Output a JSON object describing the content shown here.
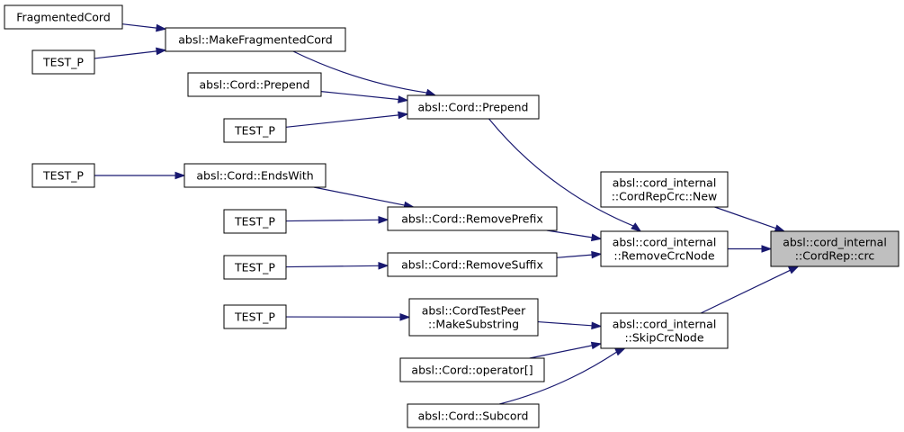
{
  "colors": {
    "edge": "#191970",
    "node_fill": "#ffffff",
    "root_fill": "#bfbfbf",
    "border": "#000000"
  },
  "nodes": {
    "root": {
      "lines": [
        "absl::cord_internal",
        "::CordRep::crc"
      ]
    },
    "remove_crc_node": {
      "lines": [
        "absl::cord_internal",
        "::RemoveCrcNode"
      ]
    },
    "skip_crc_node": {
      "lines": [
        "absl::cord_internal",
        "::SkipCrcNode"
      ]
    },
    "cord_rep_crc_new": {
      "lines": [
        "absl::cord_internal",
        "::CordRepCrc::New"
      ]
    },
    "cord_prepend_main": {
      "lines": [
        "absl::Cord::Prepend"
      ]
    },
    "cord_prepend_left": {
      "lines": [
        "absl::Cord::Prepend"
      ]
    },
    "make_fragmented_cord": {
      "lines": [
        "absl::MakeFragmentedCord"
      ]
    },
    "fragmented_cord": {
      "lines": [
        "FragmentedCord"
      ]
    },
    "test_p_1": {
      "lines": [
        "TEST_P"
      ]
    },
    "test_p_2": {
      "lines": [
        "TEST_P"
      ]
    },
    "cord_ends_with": {
      "lines": [
        "absl::Cord::EndsWith"
      ]
    },
    "test_p_3": {
      "lines": [
        "TEST_P"
      ]
    },
    "cord_remove_prefix": {
      "lines": [
        "absl::Cord::RemovePrefix"
      ]
    },
    "test_p_4": {
      "lines": [
        "TEST_P"
      ]
    },
    "cord_remove_suffix": {
      "lines": [
        "absl::Cord::RemoveSuffix"
      ]
    },
    "test_p_5": {
      "lines": [
        "TEST_P"
      ]
    },
    "cord_test_peer_make_substring": {
      "lines": [
        "absl::CordTestPeer",
        "::MakeSubstring"
      ]
    },
    "test_p_6": {
      "lines": [
        "TEST_P"
      ]
    },
    "cord_operator_index": {
      "lines": [
        "absl::Cord::operator[]"
      ]
    },
    "cord_subcord": {
      "lines": [
        "absl::Cord::Subcord"
      ]
    }
  },
  "edges": [
    {
      "from": "remove_crc_node",
      "to": "root"
    },
    {
      "from": "skip_crc_node",
      "to": "root"
    },
    {
      "from": "cord_rep_crc_new",
      "to": "root"
    },
    {
      "from": "cord_prepend_main",
      "to": "remove_crc_node"
    },
    {
      "from": "cord_remove_prefix",
      "to": "remove_crc_node"
    },
    {
      "from": "cord_remove_suffix",
      "to": "remove_crc_node"
    },
    {
      "from": "cord_test_peer_make_substring",
      "to": "skip_crc_node"
    },
    {
      "from": "cord_operator_index",
      "to": "skip_crc_node"
    },
    {
      "from": "cord_subcord",
      "to": "skip_crc_node"
    },
    {
      "from": "make_fragmented_cord",
      "to": "cord_prepend_main"
    },
    {
      "from": "cord_prepend_left",
      "to": "cord_prepend_main"
    },
    {
      "from": "test_p_2",
      "to": "cord_prepend_main"
    },
    {
      "from": "fragmented_cord",
      "to": "make_fragmented_cord"
    },
    {
      "from": "test_p_1",
      "to": "make_fragmented_cord"
    },
    {
      "from": "cord_ends_with",
      "to": "cord_remove_prefix"
    },
    {
      "from": "test_p_4",
      "to": "cord_remove_prefix"
    },
    {
      "from": "test_p_3",
      "to": "cord_ends_with"
    },
    {
      "from": "test_p_5",
      "to": "cord_remove_suffix"
    },
    {
      "from": "test_p_6",
      "to": "cord_test_peer_make_substring"
    }
  ]
}
